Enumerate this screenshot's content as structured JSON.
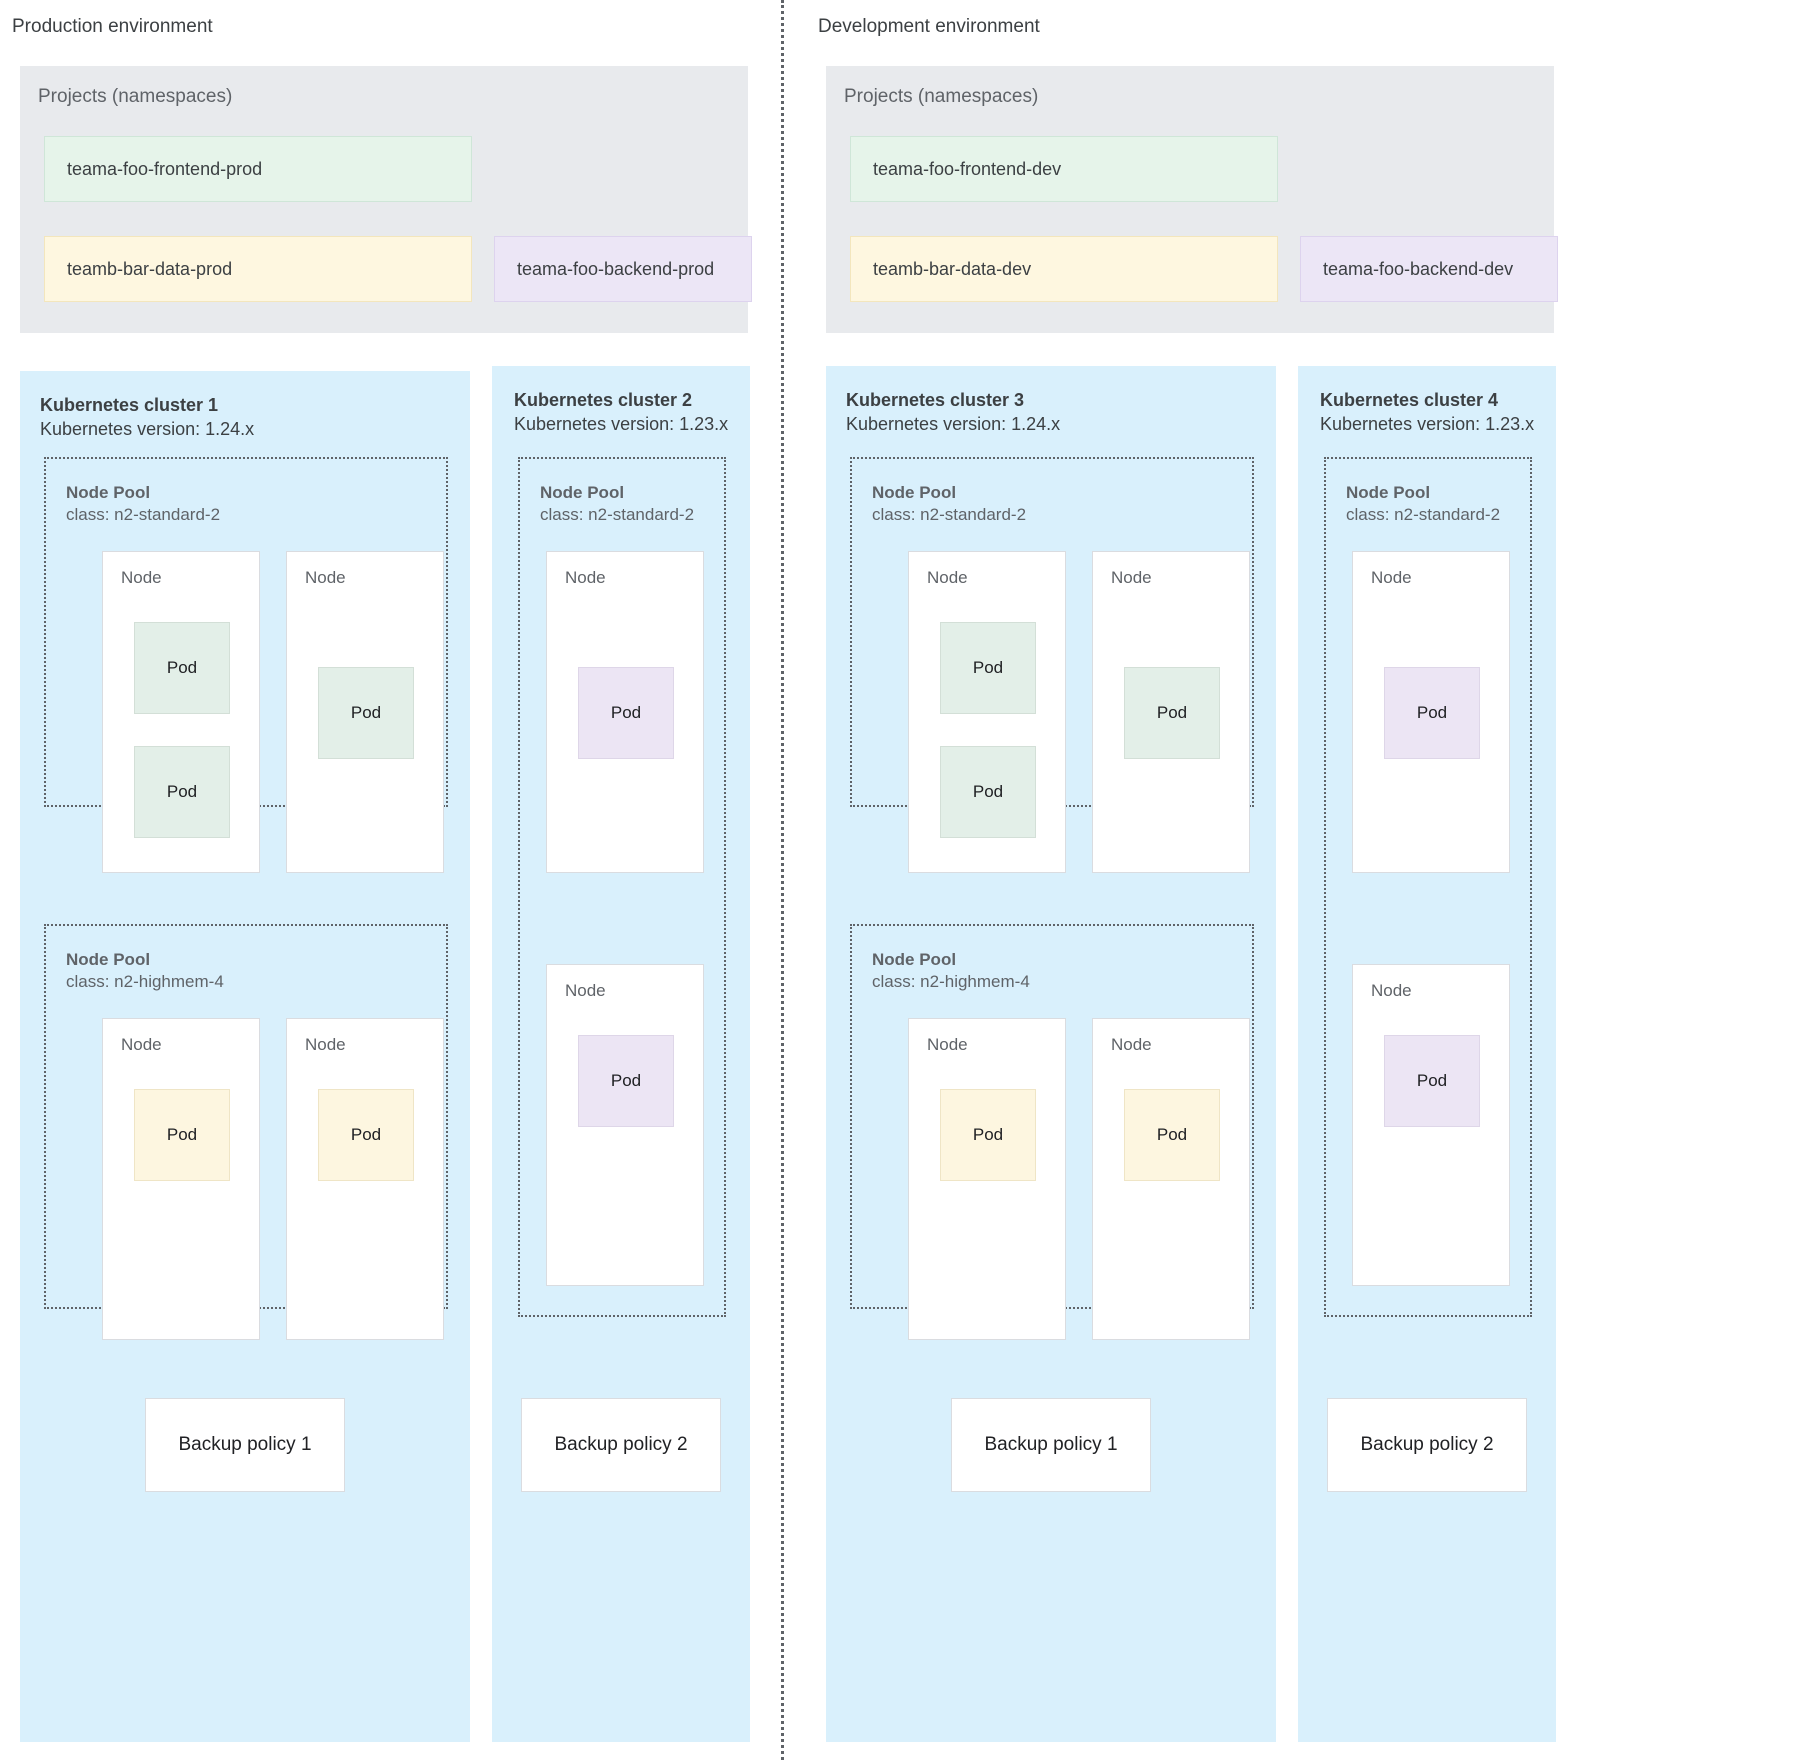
{
  "diagram": {
    "title": "Kubernetes multi-environment architecture",
    "colors": {
      "cluster_background": "#d9f0fc",
      "projects_background": "#e8eaed",
      "pod_green": "#e3efe8",
      "pod_yellow": "#fdf6e0",
      "pod_purple": "#ece5f4",
      "node_background": "#ffffff",
      "border_gray": "#dadce0",
      "text_primary": "#3c4043",
      "text_secondary": "#5f6368",
      "divider": "#5f6368"
    },
    "labels": {
      "projects_panel_title": "Projects (namespaces)",
      "node_pool_title": "Node Pool",
      "node_label": "Node",
      "pod_label": "Pod"
    }
  },
  "environments": [
    {
      "id": "production",
      "name": "Production environment",
      "projects": {
        "title": "Projects (namespaces)",
        "namespaces": [
          {
            "name": "teama-foo-frontend-prod",
            "color": "green"
          },
          {
            "name": "teamb-bar-data-prod",
            "color": "yellow"
          },
          {
            "name": "teama-foo-backend-prod",
            "color": "purple"
          }
        ]
      },
      "clusters": [
        {
          "name": "Kubernetes cluster 1",
          "version_label": "Kubernetes version: 1.24.x",
          "version": "1.24.x",
          "backup_policy": "Backup policy 1",
          "node_pools": [
            {
              "title": "Node Pool",
              "class_label": "class: n2-standard-2",
              "class": "n2-standard-2",
              "nodes": [
                {
                  "label": "Node",
                  "pods": [
                    {
                      "label": "Pod",
                      "color": "green"
                    },
                    {
                      "label": "Pod",
                      "color": "green"
                    }
                  ]
                },
                {
                  "label": "Node",
                  "pods": [
                    {
                      "label": "Pod",
                      "color": "green"
                    }
                  ]
                }
              ]
            },
            {
              "title": "Node Pool",
              "class_label": "class: n2-highmem-4",
              "class": "n2-highmem-4",
              "nodes": [
                {
                  "label": "Node",
                  "pods": [
                    {
                      "label": "Pod",
                      "color": "yellow"
                    }
                  ]
                },
                {
                  "label": "Node",
                  "pods": [
                    {
                      "label": "Pod",
                      "color": "yellow"
                    }
                  ]
                }
              ]
            }
          ]
        },
        {
          "name": "Kubernetes cluster 2",
          "version_label": "Kubernetes version: 1.23.x",
          "version": "1.23.x",
          "backup_policy": "Backup policy 2",
          "node_pools": [
            {
              "title": "Node Pool",
              "class_label": "class: n2-standard-2",
              "class": "n2-standard-2",
              "nodes": [
                {
                  "label": "Node",
                  "pods": [
                    {
                      "label": "Pod",
                      "color": "purple"
                    }
                  ]
                },
                {
                  "label": "Node",
                  "pods": [
                    {
                      "label": "Pod",
                      "color": "purple"
                    }
                  ]
                }
              ]
            }
          ]
        }
      ]
    },
    {
      "id": "development",
      "name": "Development environment",
      "projects": {
        "title": "Projects (namespaces)",
        "namespaces": [
          {
            "name": "teama-foo-frontend-dev",
            "color": "green"
          },
          {
            "name": "teamb-bar-data-dev",
            "color": "yellow"
          },
          {
            "name": "teama-foo-backend-dev",
            "color": "purple"
          }
        ]
      },
      "clusters": [
        {
          "name": "Kubernetes cluster 3",
          "version_label": "Kubernetes version: 1.24.x",
          "version": "1.24.x",
          "backup_policy": "Backup policy 1",
          "node_pools": [
            {
              "title": "Node Pool",
              "class_label": "class: n2-standard-2",
              "class": "n2-standard-2",
              "nodes": [
                {
                  "label": "Node",
                  "pods": [
                    {
                      "label": "Pod",
                      "color": "green"
                    },
                    {
                      "label": "Pod",
                      "color": "green"
                    }
                  ]
                },
                {
                  "label": "Node",
                  "pods": [
                    {
                      "label": "Pod",
                      "color": "green"
                    }
                  ]
                }
              ]
            },
            {
              "title": "Node Pool",
              "class_label": "class: n2-highmem-4",
              "class": "n2-highmem-4",
              "nodes": [
                {
                  "label": "Node",
                  "pods": [
                    {
                      "label": "Pod",
                      "color": "yellow"
                    }
                  ]
                },
                {
                  "label": "Node",
                  "pods": [
                    {
                      "label": "Pod",
                      "color": "yellow"
                    }
                  ]
                }
              ]
            }
          ]
        },
        {
          "name": "Kubernetes cluster 4",
          "version_label": "Kubernetes version: 1.23.x",
          "version": "1.23.x",
          "backup_policy": "Backup policy 2",
          "node_pools": [
            {
              "title": "Node Pool",
              "class_label": "class: n2-standard-2",
              "class": "n2-standard-2",
              "nodes": [
                {
                  "label": "Node",
                  "pods": [
                    {
                      "label": "Pod",
                      "color": "purple"
                    }
                  ]
                },
                {
                  "label": "Node",
                  "pods": [
                    {
                      "label": "Pod",
                      "color": "purple"
                    }
                  ]
                }
              ]
            }
          ]
        }
      ]
    }
  ]
}
